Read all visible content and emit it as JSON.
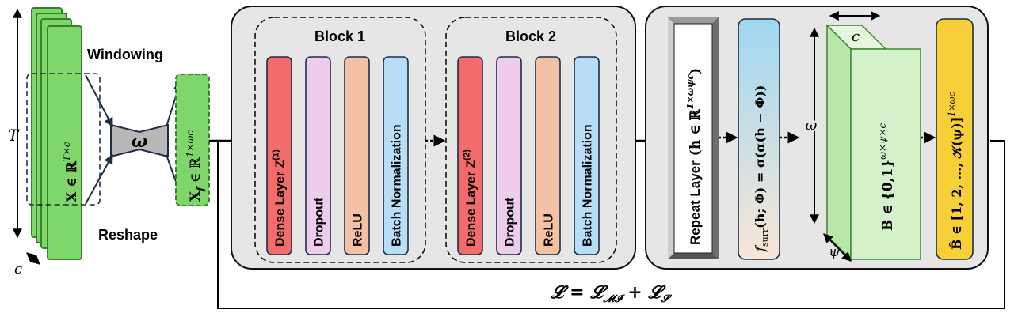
{
  "input": {
    "time_axis": "T",
    "channel_axis": "c",
    "tensor": "X ∈ ℝ",
    "tensor_sup": "T×c"
  },
  "windowing_label": "Windowing",
  "reshape_label": "Reshape",
  "omega_symbol": "ω",
  "flat_input": {
    "text": "X",
    "sub": "f",
    "set": " ∈ ℝ",
    "sup": "1×ωc"
  },
  "blocks": [
    {
      "title": "Block 1",
      "layers": [
        {
          "label": "Dense Layer Z",
          "sup": "(1)",
          "color": "#f36b6b"
        },
        {
          "label": "Dropout",
          "color": "#eeccee"
        },
        {
          "label": "ReLU",
          "color": "#f3c2a4"
        },
        {
          "label": "Batch Normalization",
          "color": "#b7def6"
        }
      ]
    },
    {
      "title": "Block 2",
      "layers": [
        {
          "label": "Dense Layer Z",
          "sup": "(2)",
          "color": "#f36b6b"
        },
        {
          "label": "Dropout",
          "color": "#eeccee"
        },
        {
          "label": "ReLU",
          "color": "#f3c2a4"
        },
        {
          "label": "Batch Normalization",
          "color": "#b7def6"
        }
      ]
    }
  ],
  "repeat_layer": {
    "label": "Repeat Layer",
    "formula": "(h ∈ ℝ",
    "sup": "1×ωψc",
    "close": ")"
  },
  "surrogate": {
    "f": "f",
    "sub": "surr",
    "body": "(h; Φ) = σ(α(h − Φ))"
  },
  "cube": {
    "c": "c",
    "omega": "ω",
    "psi": "ψ"
  },
  "binary": {
    "text": "B ∈ {0,1}",
    "sup": "ω×ψ×c"
  },
  "output": {
    "text": "B̂ ∈ [1, 2, …, 𝒦(ψ)]",
    "sup": "1×ωc"
  },
  "loss": "𝓛 = 𝓛",
  "loss_mi": "𝓜𝓘",
  "loss_plus": " + 𝓛",
  "loss_s": "𝓢",
  "colors": {
    "green": "#7fd66b",
    "green_dark": "#3a7f2a",
    "panel": "#e6e6e6",
    "surr_gradient_top": "#a8dcf2",
    "surr_gradient_bottom": "#f8e8d8",
    "output": "#f7cf37"
  }
}
